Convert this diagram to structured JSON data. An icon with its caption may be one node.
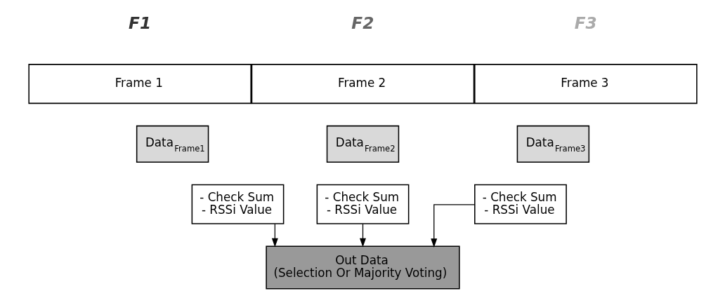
{
  "diagram": {
    "nodes": [
      {
        "text": [
          "Frame 1"
        ]
      },
      {
        "text": [
          "Frame 2"
        ]
      },
      {
        "text": [
          "Frame 3"
        ]
      },
      {
        "text": [
          "Data$_{Frame1}$"
        ]
      },
      {
        "text": [
          "- Check Sum",
          "- RSSi Value"
        ]
      },
      {
        "text": [
          "Data$_{Frame2}$"
        ]
      },
      {
        "text": [
          "- Check Sum",
          "- RSSi Value"
        ]
      },
      {
        "text": [
          "Data$_{Frame3}$"
        ]
      },
      {
        "text": [
          "- Check Sum",
          "- RSSi Value"
        ]
      },
      {
        "text": [
          "Out Data",
          "(Selection Or Majority Voting)"
        ]
      }
    ],
    "edges": [
      {
        "from": 4,
        "to": 9,
        "arrow": "to"
      },
      {
        "from": 6,
        "to": 9,
        "arrow": "to"
      },
      {
        "from": 8,
        "to": 9,
        "arrow": "to"
      }
    ],
    "labels": [
      "F1",
      "F2",
      "F3"
    ]
  }
}
